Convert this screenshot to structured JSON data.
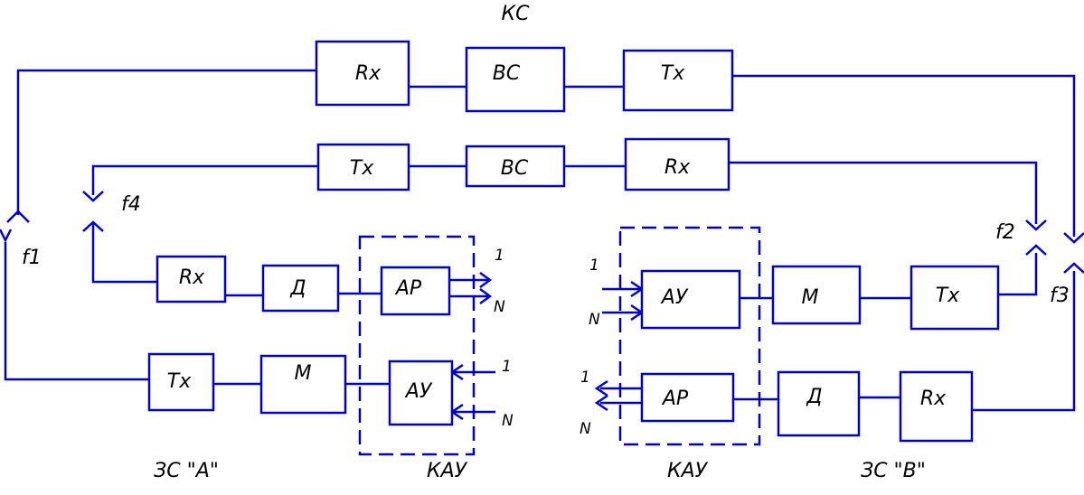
{
  "diagram": {
    "title": "КС",
    "station_a_caption": "ЗС \"А\"",
    "station_b_caption": "ЗС \"В\"",
    "kau_caption": "КАУ",
    "freq": {
      "f1": "f1",
      "f2": "f2",
      "f3": "f3",
      "f4": "f4"
    },
    "ch_first": "1",
    "ch_last": "N",
    "blocks": {
      "top_rx": "Rx",
      "top_bc": "ВС",
      "top_tx": "Tx",
      "mid_tx": "Tx",
      "mid_bc": "ВС",
      "mid_rx": "Rx",
      "a_rx": "Rx",
      "a_demod": "Д",
      "a_ar": "АР",
      "a_tx": "Tx",
      "a_mod": "М",
      "a_ay": "АУ",
      "b_ay": "АУ",
      "b_mod": "М",
      "b_tx": "Tx",
      "b_ar": "АР",
      "b_demod": "Д",
      "b_rx": "Rx"
    }
  },
  "colors": {
    "line": "#0000cc",
    "text": "#000000"
  }
}
